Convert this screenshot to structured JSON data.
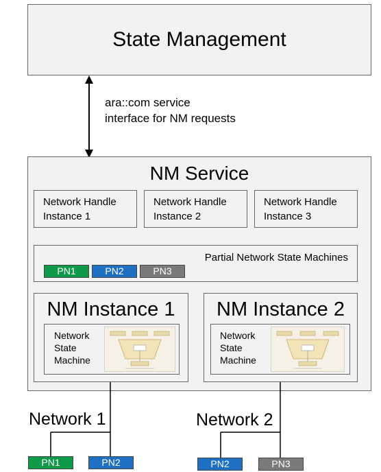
{
  "state_management": {
    "title": "State Management"
  },
  "interface_label": {
    "line1": "ara::com service",
    "line2": "interface for NM requests"
  },
  "nm_service": {
    "title": "NM Service",
    "handles": [
      {
        "line1": "Network Handle",
        "line2": "Instance 1"
      },
      {
        "line1": "Network Handle",
        "line2": "Instance 2"
      },
      {
        "line1": "Network Handle",
        "line2": "Instance 3"
      }
    ],
    "partial_network": {
      "title": "Partial Network State Machines",
      "pns": [
        "PN1",
        "PN2",
        "PN3"
      ]
    },
    "instances": [
      {
        "title": "NM Instance 1",
        "sm_line1": "Network",
        "sm_line2": "State",
        "sm_line3": "Machine"
      },
      {
        "title": "NM Instance 2",
        "sm_line1": "Network",
        "sm_line2": "State",
        "sm_line3": "Machine"
      }
    ]
  },
  "networks": [
    {
      "label": "Network 1",
      "pns": [
        "PN1",
        "PN2"
      ]
    },
    {
      "label": "Network 2",
      "pns": [
        "PN2",
        "PN3"
      ]
    }
  ],
  "colors": {
    "pn1": "#0e9a48",
    "pn2": "#1f6fc2",
    "pn3": "#7a7a7a",
    "box_bg": "#f2f2f4",
    "border": "#666666"
  }
}
